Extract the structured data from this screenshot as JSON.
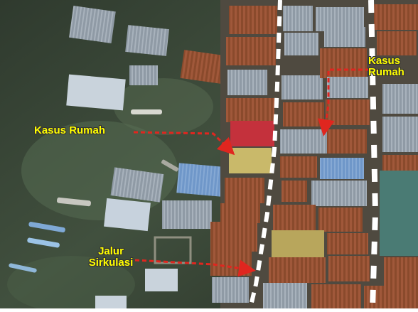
{
  "image": {
    "description_label_left": "Kasus Rumah",
    "label_right_line1": "Kasus",
    "label_right_line2": "Rumah",
    "label_bottom_line1": "Jalur",
    "label_bottom_line2": "Sirkulasi"
  },
  "colors": {
    "label": "#ffff00",
    "arrow": "#e0261f",
    "water": "#3d4a38",
    "dashed_path": "#ffffff"
  }
}
